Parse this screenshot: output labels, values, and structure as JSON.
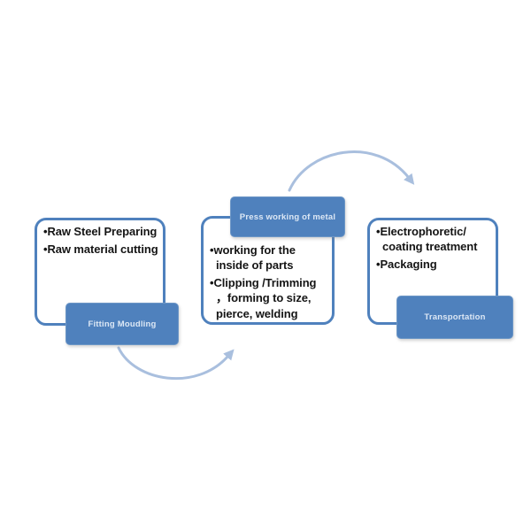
{
  "diagram": {
    "type": "process-flow",
    "colors": {
      "accent": "#4f81bd",
      "arrow": "#a9bfde",
      "box_background": "#ffffff",
      "label_text": "#dde8f5",
      "bullet_text": "#151515",
      "page_background": "#ffffff"
    },
    "stages": [
      {
        "label": "Fitting Moudling",
        "bullets": [
          "Raw Steel Preparing",
          "Raw material cutting"
        ]
      },
      {
        "label": "Press working of metal",
        "bullets": [
          "working for the inside of parts",
          "Clipping /Trimming ，forming to size, pierce, welding"
        ]
      },
      {
        "label": "Transportation",
        "bullets": [
          "Electrophoretic/ coating treatment",
          "Packaging"
        ]
      }
    ],
    "arrows": [
      {
        "from": "Fitting Moudling",
        "to": "Press working of metal"
      },
      {
        "from": "Press working of metal",
        "to": "Transportation"
      }
    ]
  }
}
